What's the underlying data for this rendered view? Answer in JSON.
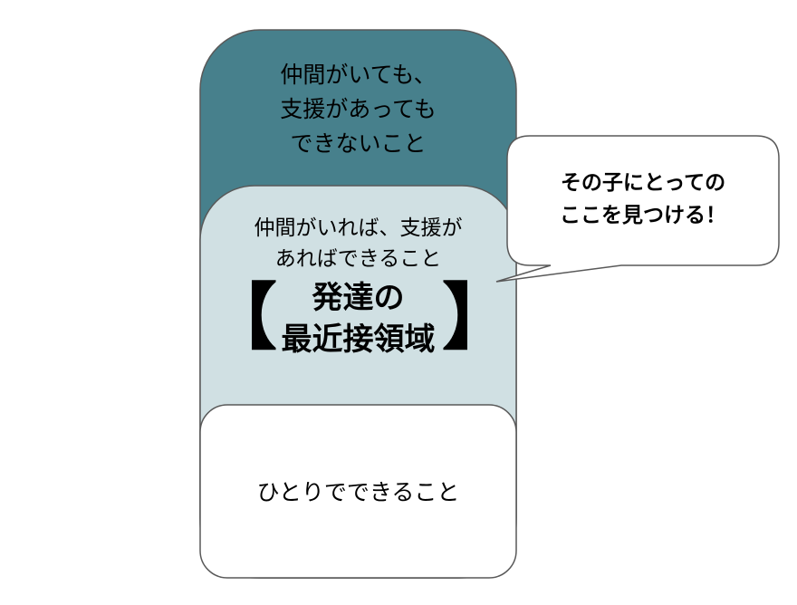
{
  "colors": {
    "outer": "#47808c",
    "middle": "#d0e0e3",
    "inner": "#ffffff",
    "stroke": "#595959"
  },
  "outer_zone": {
    "text": "仲間がいても、\n支援があっても\nできないこと"
  },
  "middle_zone": {
    "text": "仲間がいれば、支援が\nあればできること",
    "bracket_open": "【",
    "bracket_close": "】",
    "title": "発達の\n最近接領域"
  },
  "inner_zone": {
    "text": "ひとりでできること"
  },
  "callout": {
    "text": "その子にとっての\nここを見つける！"
  }
}
